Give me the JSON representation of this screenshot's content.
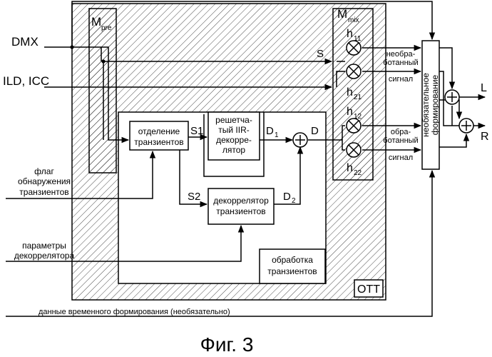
{
  "inputs": {
    "dmx": "DMX",
    "ild_icc": "ILD, ICC",
    "flag_line1": "флаг",
    "flag_line2": "обнаружения",
    "flag_line3": "транзиентов",
    "params_line1": "параметры",
    "params_line2": "декоррелятора",
    "temporal_shaping": "данные временного формирования (необязательно)"
  },
  "matrices": {
    "m_pre": "M",
    "m_pre_sub": "pre",
    "m_mix": "M",
    "m_mix_sub": "mix",
    "h11": "h",
    "h11_sub": "11",
    "h21": "h",
    "h21_sub": "21",
    "h12": "h",
    "h12_sub": "12",
    "h22": "h",
    "h22_sub": "22"
  },
  "blocks": {
    "transient_separation_1": "отделение",
    "transient_separation_2": "транзиентов",
    "lattice_1": "решетча-",
    "lattice_2": "тый IIR-",
    "lattice_3": "декорре-",
    "lattice_4": "лятор",
    "transient_decorrelator_1": "декоррелятор",
    "transient_decorrelator_2": "транзиентов",
    "transient_processing_1": "обработка",
    "transient_processing_2": "транзиентов",
    "optional_shaping_1": "необязательное",
    "optional_shaping_2": "формирование",
    "ott": "OTT"
  },
  "signals": {
    "s": "S",
    "s1": "S1",
    "s2": "S2",
    "d1": "D",
    "d1_sub": "1",
    "d2": "D",
    "d2_sub": "2",
    "d": "D",
    "unprocessed_1": "необра-",
    "unprocessed_2": "ботанный",
    "unprocessed_3": "сигнал",
    "processed_1": "обра-",
    "processed_2": "ботанный",
    "processed_3": "сигнал",
    "plus": "+",
    "mult": "×"
  },
  "outputs": {
    "left": "L",
    "right": "R"
  },
  "caption": "Фиг. 3"
}
